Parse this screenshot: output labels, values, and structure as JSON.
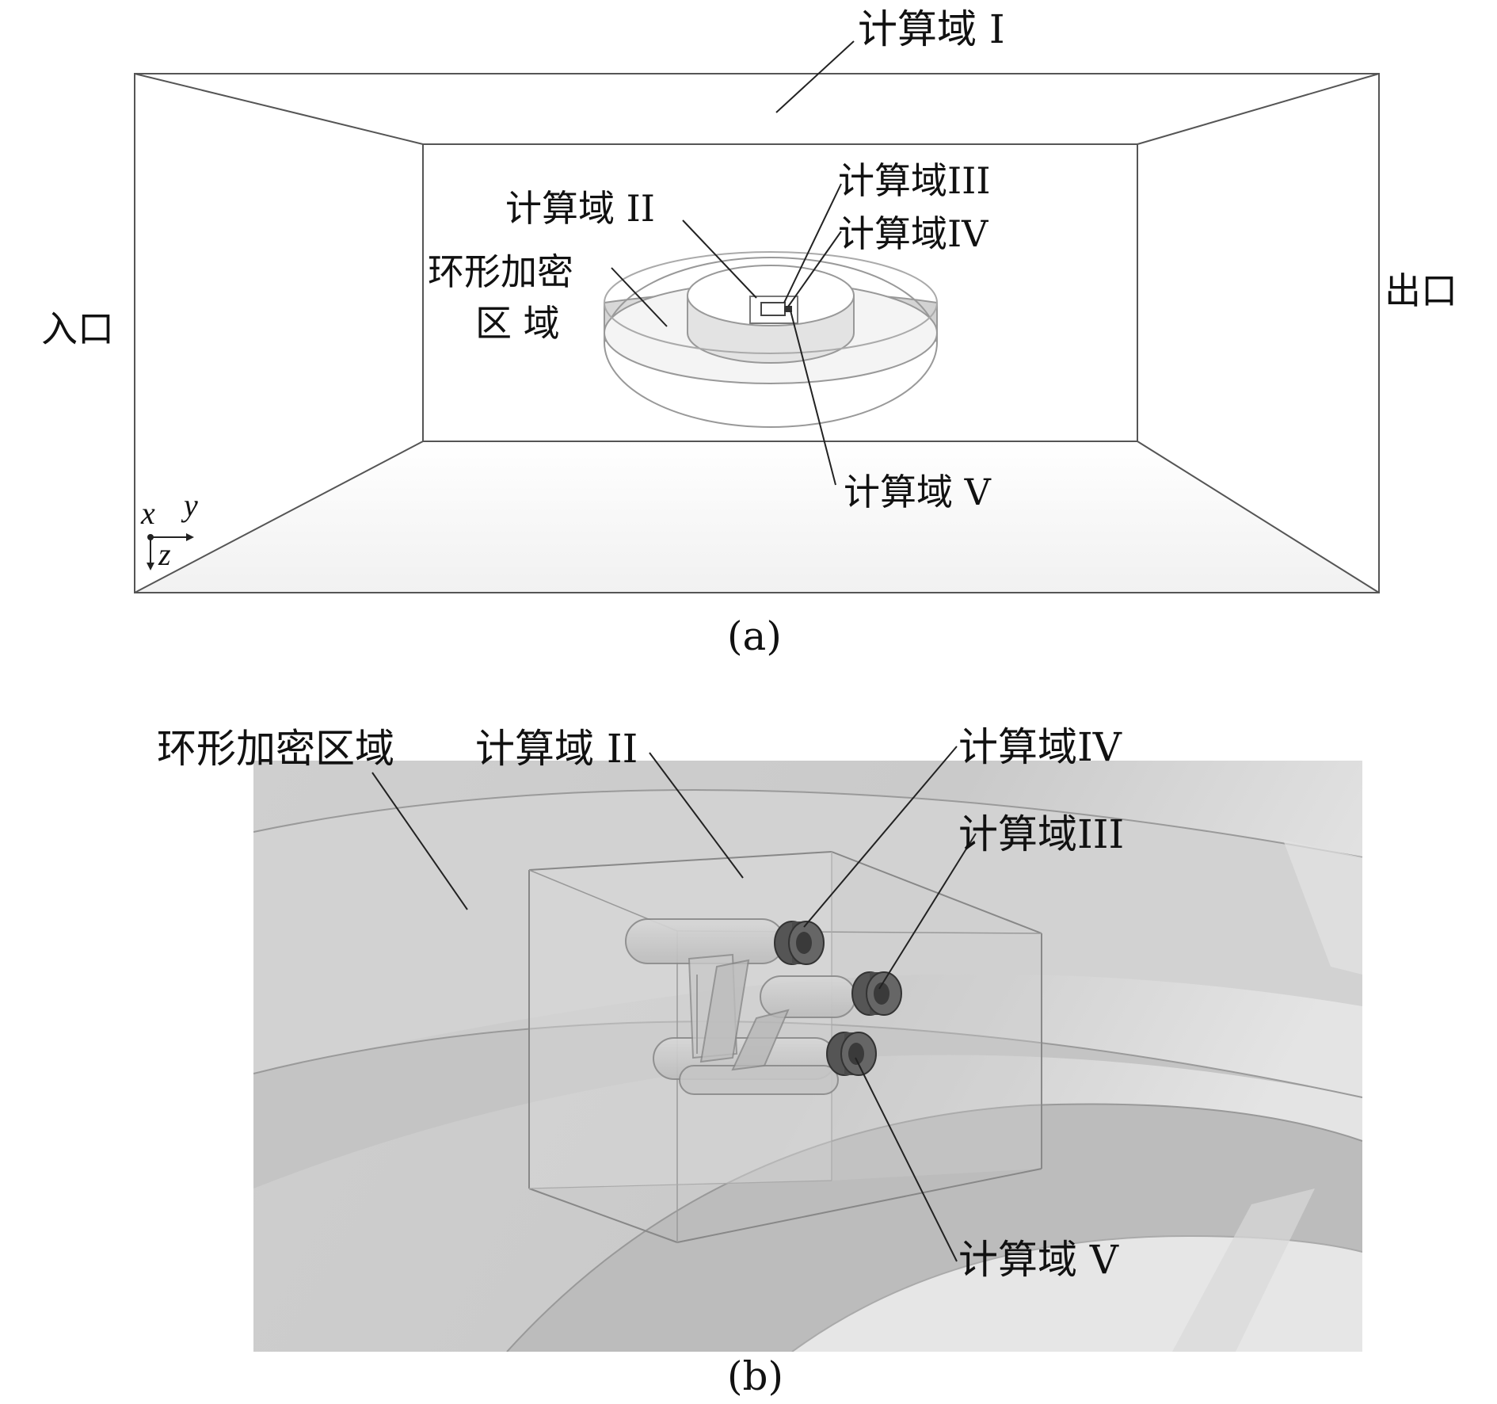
{
  "panel_a": {
    "caption": "(a)",
    "labels": {
      "domain_1": "计算域 I",
      "domain_2": "计算域 II",
      "domain_3": "计算域III",
      "domain_4": "计算域IV",
      "domain_5": "计算域 V",
      "ring_line1": "环形加密",
      "ring_line2": "区 域",
      "inlet": "入口",
      "outlet": "出口"
    },
    "axes": {
      "x": "x",
      "y": "y",
      "z": "z"
    }
  },
  "panel_b": {
    "caption": "(b)",
    "labels": {
      "ring": "环形加密区域",
      "domain_2": "计算域 II",
      "domain_3": "计算域III",
      "domain_4": "计算域IV",
      "domain_5": "计算域 V"
    }
  }
}
